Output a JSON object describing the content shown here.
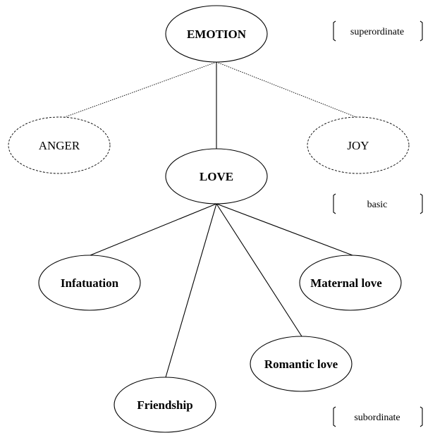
{
  "nodes": {
    "emotion": "EMOTION",
    "anger": "ANGER",
    "joy": "JOY",
    "love": "LOVE",
    "infatuation": "Infatuation",
    "maternal_love": "Maternal love",
    "romantic_love": "Romantic love",
    "friendship": "Friendship"
  },
  "levels": {
    "superordinate": "superordinate",
    "basic": "basic",
    "subordinate": "subordinate"
  }
}
